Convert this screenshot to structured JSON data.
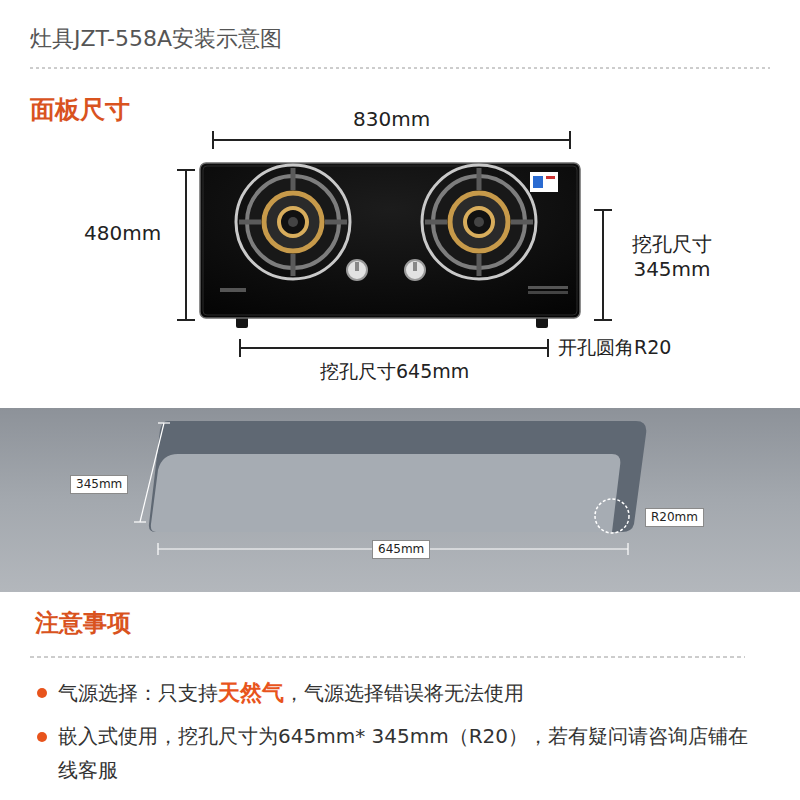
{
  "diagram": {
    "title": "灶具JZT-558A安装示意图",
    "labels": [
      "面板尺寸",
      "830mm",
      "480mm",
      "挖孔尺寸 345mm",
      "开孔圆角R20",
      "挖孔尺寸645mm",
      "345mm",
      "645mm",
      "R20mm",
      "注意事项",
      "气源选择：只支持",
      "天然气",
      "，气源选择错误将无法使用",
      "嵌入式使用，挖孔尺寸为645mm* 345mm（R20），若有疑问请咨询店铺在线客服"
    ]
  }
}
